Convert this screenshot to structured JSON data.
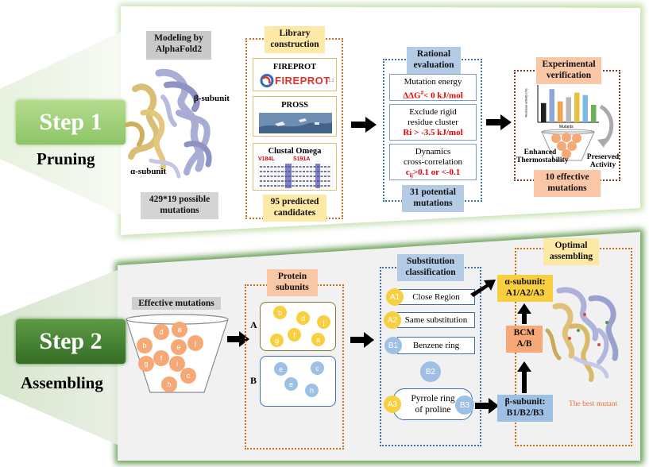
{
  "step1": {
    "button": "Step 1",
    "subtitle": "Pruning",
    "modeling": {
      "line1": "Modeling by",
      "line2": "AlphaFold2"
    },
    "beta_subunit": "β-subunit",
    "alpha_subunit": "α-subunit",
    "possible": {
      "line1": "429*19 possible",
      "line2": "mutations"
    },
    "library": {
      "title_line1": "Library",
      "title_line2": "construction",
      "fireprot_label": "FIREPROT",
      "fireprot_logo": "FIREPROT",
      "fireprot_version": "v1.1",
      "pross_label": "PROSS",
      "clustal_label": "Clustal Omega",
      "clustal_mut1": "V184L",
      "clustal_mut2": "S191A",
      "candidates_line1": "95 predicted",
      "candidates_line2": "candidates"
    },
    "rational": {
      "title_line1": "Rational",
      "title_line2": "evaluation",
      "energy_line1": "Mutation energy",
      "energy_line2": "ΔΔG",
      "energy_line2b": "#",
      "energy_line2c": "< 0 kJ/mol",
      "rigid_line1": "Exclude rigid",
      "rigid_line2": "residue cluster",
      "rigid_line3": "Ri > -3.5 kJ/mol",
      "dyn_line1": "Dynamics",
      "dyn_line2": "cross-correlation",
      "dyn_line3a": "c",
      "dyn_line3b": "ij",
      "dyn_line3c": ">0.1 or <-0.1",
      "potential_line1": "31 potential",
      "potential_line2": "mutations"
    },
    "experimental": {
      "title_line1": "Experimental",
      "title_line2": "verification",
      "y_axis": "Residual activity (%)",
      "x_axis": "Mutants",
      "enhanced_line1": "Enhanced",
      "enhanced_line2": "Thermostability",
      "preserved_line1": "Preserved",
      "preserved_line2": "Activity",
      "effective_line1": "10  effective",
      "effective_line2": "mutations",
      "bars": [
        {
          "value": 0.55,
          "color": "#1f1f1f"
        },
        {
          "value": 0.95,
          "color": "#8fa7d8"
        },
        {
          "value": 0.6,
          "color": "#f3a34b"
        },
        {
          "value": 0.72,
          "color": "#b9b9b9"
        },
        {
          "value": 0.85,
          "color": "#e7c13f"
        },
        {
          "value": 0.78,
          "color": "#7bb9e6"
        },
        {
          "value": 0.5,
          "color": "#6fb05a"
        }
      ]
    }
  },
  "step2": {
    "button": "Step 2",
    "subtitle": "Assembling",
    "effective": "Effective mutations",
    "bowl_letters": [
      "d",
      "a",
      "b",
      "e",
      "j",
      "f",
      "g",
      "i",
      "c",
      "h"
    ],
    "protein": {
      "title_line1": "Protein",
      "title_line2": "subunits",
      "label_a": "A",
      "label_b": "B",
      "a_letters": [
        "b",
        "d",
        "j",
        "g",
        "f",
        "a"
      ],
      "b_letters": [
        "e",
        "c",
        "e",
        "h"
      ]
    },
    "substitution": {
      "title_line1": "Substitution",
      "title_line2": "classification",
      "a1": "A1",
      "a1_text": "Close Region",
      "a2": "A2",
      "a2_text": "Same substitution",
      "b1": "B1",
      "b1_text": "Benzene ring",
      "b2": "B2",
      "a3": "A3",
      "b3": "B3",
      "pyrrole_line1": "Pyrrole ring",
      "pyrrole_line2": "of proline"
    },
    "optimal": {
      "title_line1": "Optimal",
      "title_line2": "assembling",
      "alpha_line1": "α-subunit:",
      "alpha_line2": "A1/A2/A3",
      "bcm_line1": "BCM",
      "bcm_line2": "A/B",
      "beta_line1": "β-subunit:",
      "beta_line2": "B1/B2/B3",
      "best": "The best mutant"
    }
  },
  "colors": {
    "step1_green": "#9ccf6f",
    "step2_green": "#3e7a2c",
    "orange_dotted": "#c8701e",
    "blue_dotted": "#3d6fb0",
    "ball_orange": "#f6a977",
    "ball_blue": "#9ec0e4",
    "badge_yellow": "#f7cf3f",
    "badge_blue": "#9ec0e4",
    "red_text": "#e00000"
  }
}
